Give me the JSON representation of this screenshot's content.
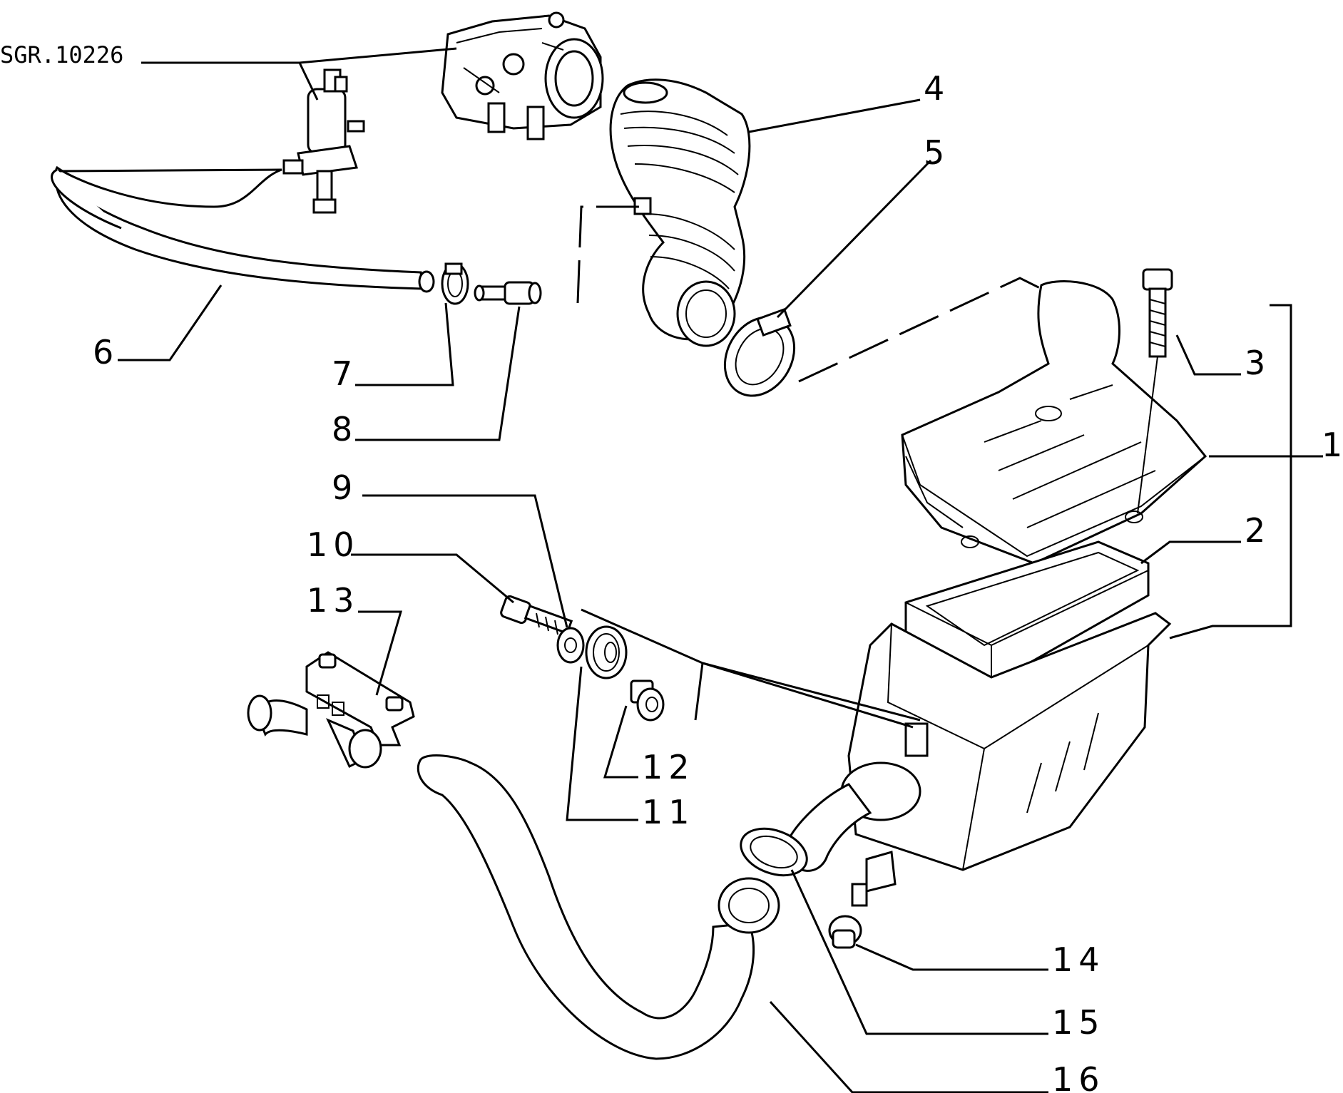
{
  "diagram": {
    "reference_code": "SGR.10226",
    "callouts": [
      {
        "id": "c1",
        "text": "1"
      },
      {
        "id": "c2",
        "text": "2"
      },
      {
        "id": "c3",
        "text": "3"
      },
      {
        "id": "c4",
        "text": "4"
      },
      {
        "id": "c5",
        "text": "5"
      },
      {
        "id": "c6",
        "text": "6"
      },
      {
        "id": "c7",
        "text": "7"
      },
      {
        "id": "c8",
        "text": "8"
      },
      {
        "id": "c9",
        "text": "9"
      },
      {
        "id": "c10",
        "text": "10"
      },
      {
        "id": "c11",
        "text": "11"
      },
      {
        "id": "c12",
        "text": "12"
      },
      {
        "id": "c13",
        "text": "13"
      },
      {
        "id": "c14",
        "text": "14"
      },
      {
        "id": "c15",
        "text": "15"
      },
      {
        "id": "c16",
        "text": "16"
      }
    ],
    "colors": {
      "ink": "#000000",
      "paper": "#ffffff"
    }
  }
}
